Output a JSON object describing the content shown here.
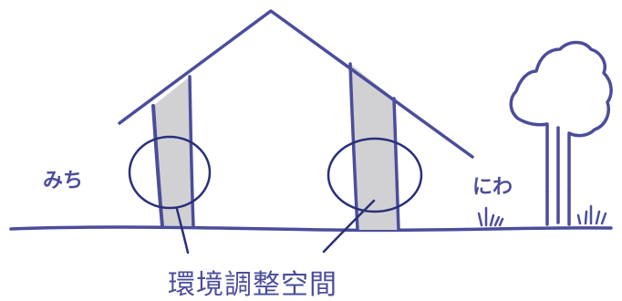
{
  "labels": {
    "road": "みち",
    "garden": "にわ",
    "caption": "環境調整空間"
  },
  "colors": {
    "line": "#4b4d9b",
    "circle": "#2a2f7a",
    "wall_fill": "#d1d1d3",
    "background": "#ffffff"
  },
  "icons": {
    "tree": "tree-icon",
    "grass": "grass-icon"
  }
}
